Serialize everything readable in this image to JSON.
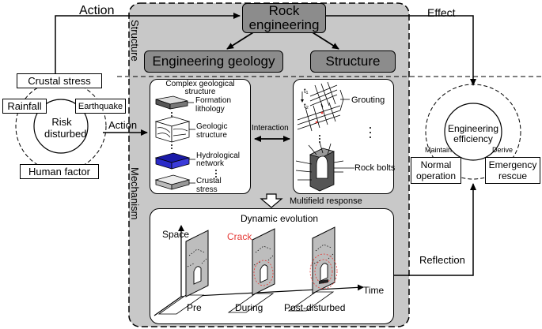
{
  "top": {
    "action": "Action",
    "rock_engineering": "Rock engineering",
    "effect": "Effect",
    "engineering_geology": "Engineering geology",
    "structure_box": "Structure"
  },
  "side_labels": {
    "structure": "Structure",
    "mechanism": "Mechanism"
  },
  "risk": {
    "crustal_stress": "Crustal stress",
    "rainfall": "Rainfall",
    "earthquake": "Earthquake",
    "center": "Risk disturbed",
    "human_factor": "Human factor",
    "action": "Action"
  },
  "geology_panel": {
    "title": "Complex geological structure",
    "formation_lithology": "Formation lithology",
    "geologic_structure": "Geologic structure",
    "hydrological_network": "Hydrological network",
    "crustal_stress": "Crustal stress"
  },
  "interaction": "Interaction",
  "structure_panel": {
    "t1": "t₁",
    "t2": "t₂",
    "grouting": "Grouting",
    "rock_bolts": "Rock bolts"
  },
  "multifield_response": "Multifield response",
  "evolution": {
    "title": "Dynamic evolution",
    "space": "Space",
    "crack": "Crack",
    "time": "Time",
    "pre": "Pre",
    "during": "During",
    "post": "Post-disturbed"
  },
  "efficiency": {
    "center": "Engineering efficiency",
    "maintain": "Maintain",
    "derive": "Derive",
    "normal_operation": "Normal operation",
    "emergency_rescue": "Emergency rescue",
    "reflection": "Reflection"
  },
  "colors": {
    "panel_gray": "#c8c8c8",
    "box_gray": "#8c8c8c",
    "crack_red": "#e53935",
    "water_blue": "#1a1aa8"
  }
}
